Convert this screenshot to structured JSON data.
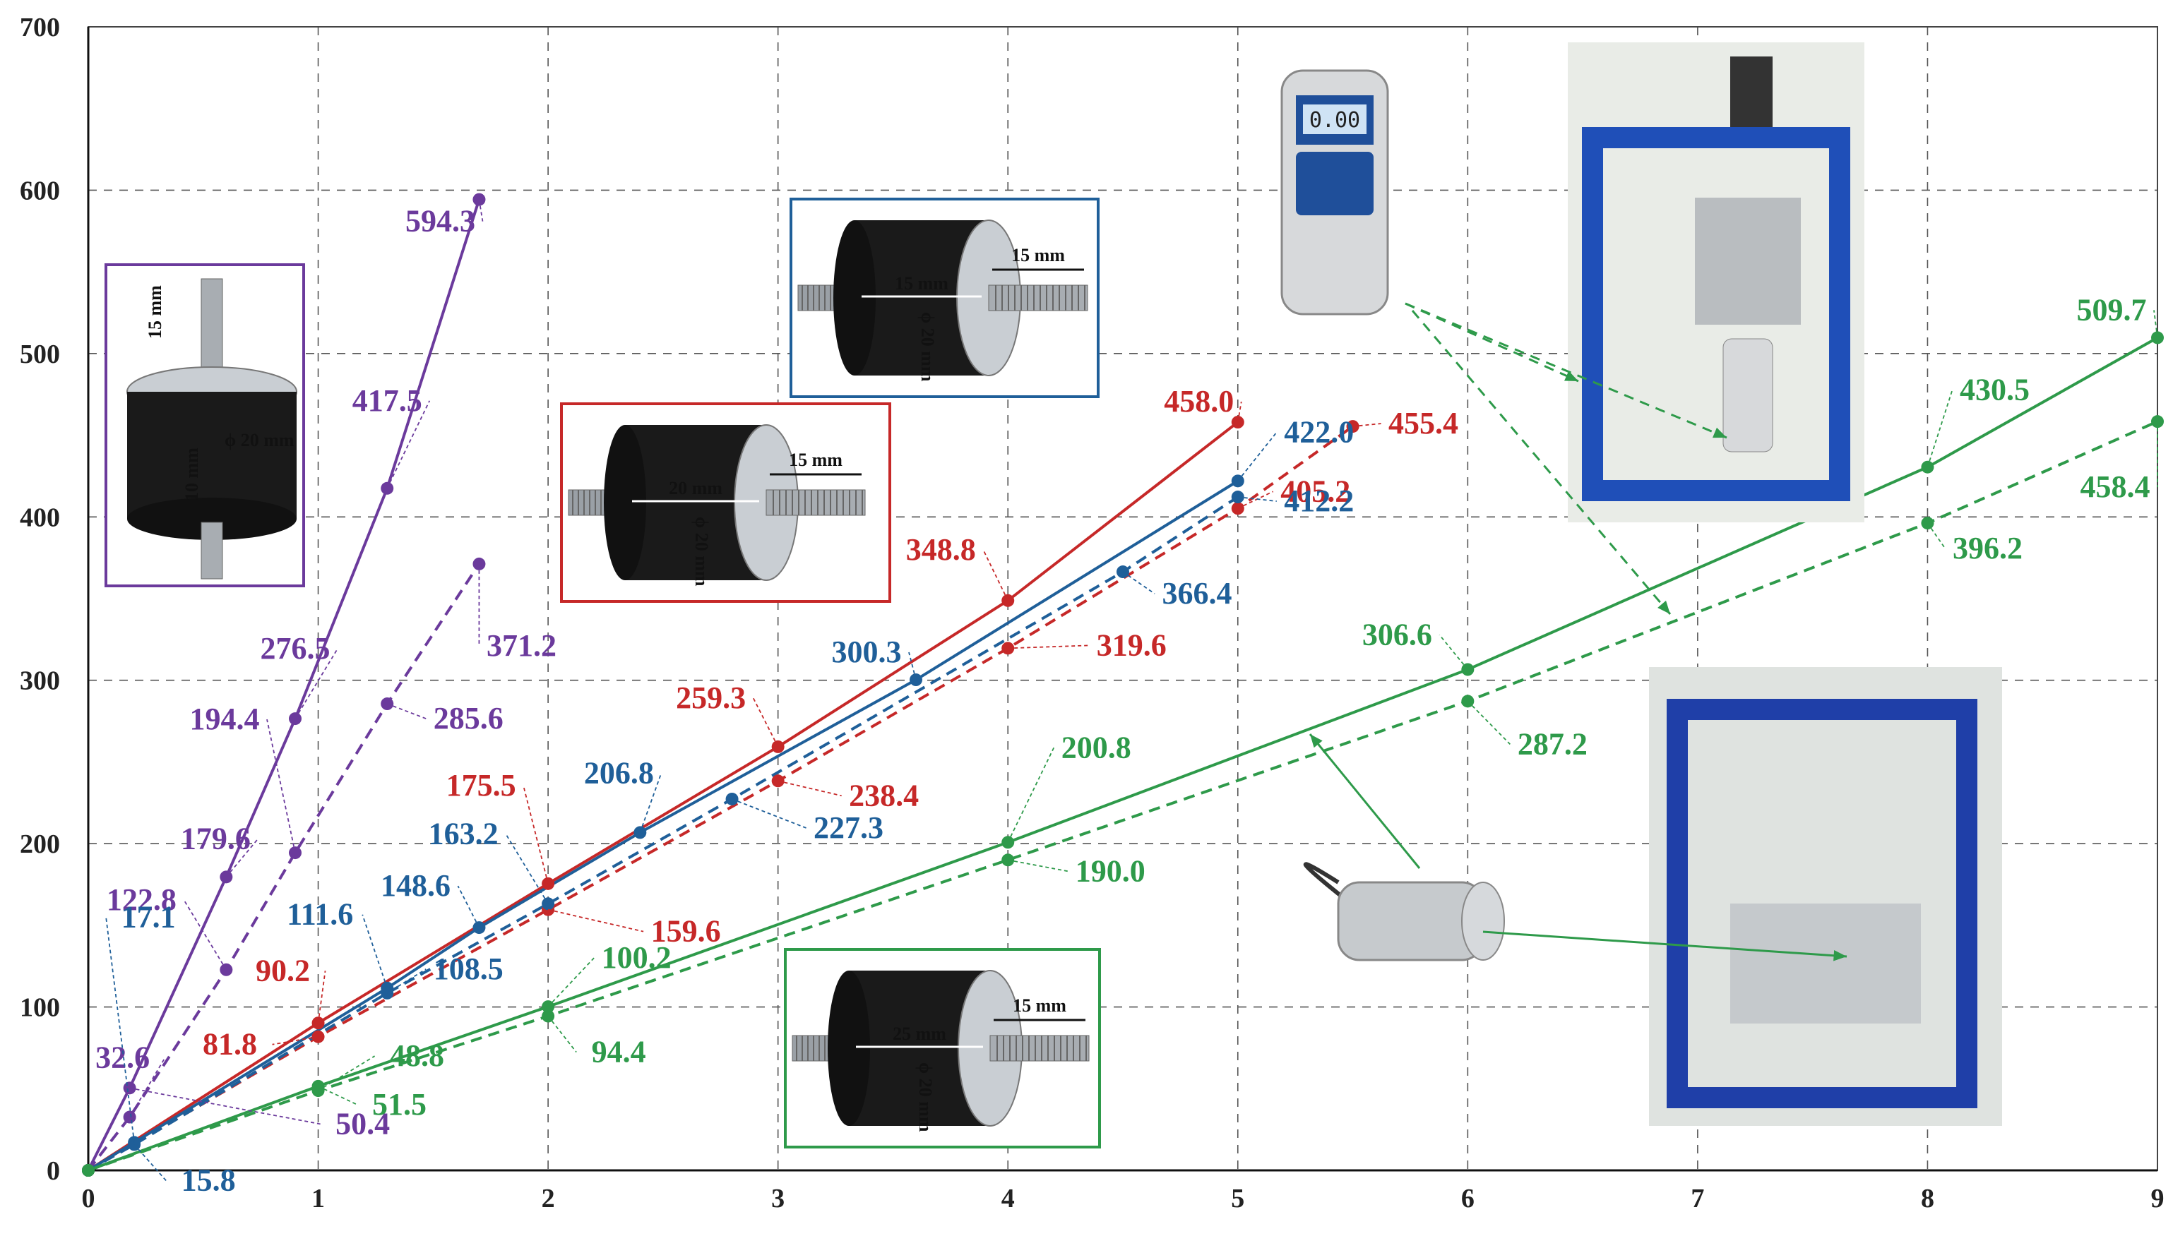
{
  "chart_data": {
    "type": "line",
    "title": "",
    "xlabel": "",
    "ylabel": "",
    "xlim": [
      0,
      9
    ],
    "ylim": [
      0,
      700
    ],
    "x_ticks": [
      "0",
      "1",
      "2",
      "3",
      "4",
      "5",
      "6",
      "7",
      "8",
      "9"
    ],
    "y_ticks": [
      "0",
      "100",
      "200",
      "300",
      "400",
      "500",
      "600",
      "700"
    ],
    "grid": "dashed",
    "series": [
      {
        "color": "#6b3a9c",
        "style": "solid",
        "points": [
          [
            0,
            0
          ],
          [
            0.18,
            50.4
          ],
          [
            0.6,
            179.6
          ],
          [
            0.9,
            276.5
          ],
          [
            1.3,
            417.5
          ],
          [
            1.7,
            594.3
          ]
        ],
        "labels": [
          "",
          "50.4",
          "179.6",
          "276.5",
          "417.5",
          "594.3"
        ]
      },
      {
        "color": "#6b3a9c",
        "style": "dashed",
        "points": [
          [
            0,
            0
          ],
          [
            0.18,
            32.6
          ],
          [
            0.6,
            122.8
          ],
          [
            0.9,
            194.4
          ],
          [
            1.3,
            285.6
          ],
          [
            1.7,
            371.2
          ]
        ],
        "labels": [
          "",
          "32.6",
          "122.8",
          "194.4",
          "285.6",
          "371.2"
        ]
      },
      {
        "color": "#c62828",
        "style": "solid",
        "points": [
          [
            0,
            0
          ],
          [
            1,
            90.2
          ],
          [
            2,
            175.5
          ],
          [
            3,
            259.3
          ],
          [
            4,
            348.8
          ],
          [
            5,
            458.0
          ]
        ],
        "labels": [
          "",
          "90.2",
          "175.5",
          "259.3",
          "348.8",
          "458.0"
        ]
      },
      {
        "color": "#c62828",
        "style": "dashed",
        "points": [
          [
            0,
            0
          ],
          [
            1,
            81.8
          ],
          [
            2,
            159.6
          ],
          [
            3,
            238.4
          ],
          [
            4,
            319.6
          ],
          [
            5,
            405.2
          ],
          [
            5.5,
            455.4
          ]
        ],
        "labels": [
          "",
          "81.8",
          "159.6",
          "238.4",
          "319.6",
          "405.2",
          "455.4"
        ]
      },
      {
        "color": "#1f5f99",
        "style": "solid",
        "points": [
          [
            0,
            0
          ],
          [
            0.2,
            17.1
          ],
          [
            1.3,
            111.6
          ],
          [
            1.7,
            148.6
          ],
          [
            2.4,
            206.8
          ],
          [
            3.6,
            300.3
          ],
          [
            5,
            422.0
          ]
        ],
        "labels": [
          "",
          "17.1",
          "111.6",
          "148.6",
          "206.8",
          "300.3",
          "422.0"
        ]
      },
      {
        "color": "#1f5f99",
        "style": "dashed",
        "points": [
          [
            0,
            0
          ],
          [
            0.2,
            15.8
          ],
          [
            1.3,
            108.5
          ],
          [
            2,
            163.2
          ],
          [
            2.8,
            227.3
          ],
          [
            4.5,
            366.4
          ],
          [
            5,
            412.2
          ]
        ],
        "labels": [
          "",
          "15.8",
          "108.5",
          "163.2",
          "227.3",
          "366.4",
          "412.2"
        ]
      },
      {
        "color": "#2e9a4a",
        "style": "solid",
        "points": [
          [
            0,
            0
          ],
          [
            1,
            51.5
          ],
          [
            2,
            100.2
          ],
          [
            4,
            200.8
          ],
          [
            6,
            306.6
          ],
          [
            8,
            430.5
          ],
          [
            9,
            509.7
          ]
        ],
        "labels": [
          "",
          "51.5",
          "100.2",
          "200.8",
          "306.6",
          "430.5",
          "509.7"
        ]
      },
      {
        "color": "#2e9a4a",
        "style": "dashed",
        "points": [
          [
            0,
            0
          ],
          [
            1,
            48.8
          ],
          [
            2,
            94.4
          ],
          [
            4,
            190.0
          ],
          [
            6,
            287.2
          ],
          [
            8,
            396.2
          ],
          [
            9,
            458.4
          ]
        ],
        "labels": [
          "",
          "48.8",
          "94.4",
          "190.0",
          "287.2",
          "396.2",
          "458.4"
        ]
      }
    ]
  },
  "insets": {
    "purple": {
      "height_label": "15 mm",
      "body_label": "10 mm",
      "dia_label": "ϕ 20 mm",
      "color": "#6b3a9c"
    },
    "red": {
      "len_label": "20 mm",
      "thread_label": "15 mm",
      "dia_label": "ϕ 20 mm",
      "color": "#c62828"
    },
    "blue": {
      "len_label": "15 mm",
      "thread_label": "15 mm",
      "dia_label": "ϕ 20 mm",
      "color": "#1f5f99"
    },
    "green": {
      "len_label": "25 mm",
      "thread_label": "15 mm",
      "dia_label": "ϕ 20 mm",
      "color": "#2e9a4a"
    }
  },
  "force_gauge": {
    "display": "0.00"
  }
}
